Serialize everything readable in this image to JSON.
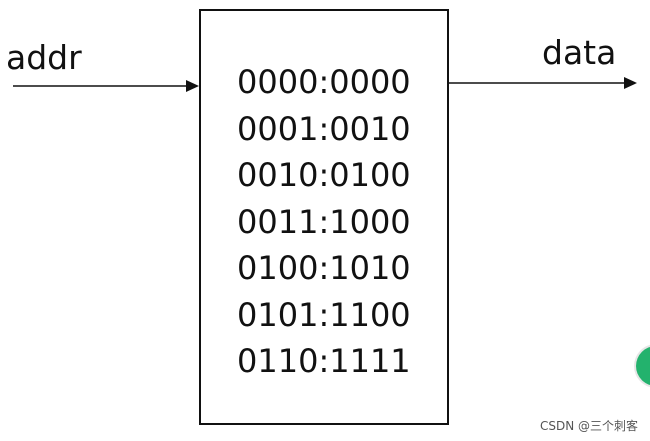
{
  "diagram": {
    "input_label": "addr",
    "output_label": "data",
    "rom_entries": [
      "0000:0000",
      "0001:0010",
      "0010:0100",
      "0011:1000",
      "0100:1010",
      "0101:1100",
      "0110:1111"
    ]
  },
  "watermark": "CSDN @三个刺客",
  "colors": {
    "line": "#111111",
    "background": "#ffffff",
    "accent_button": "#23b26d"
  }
}
